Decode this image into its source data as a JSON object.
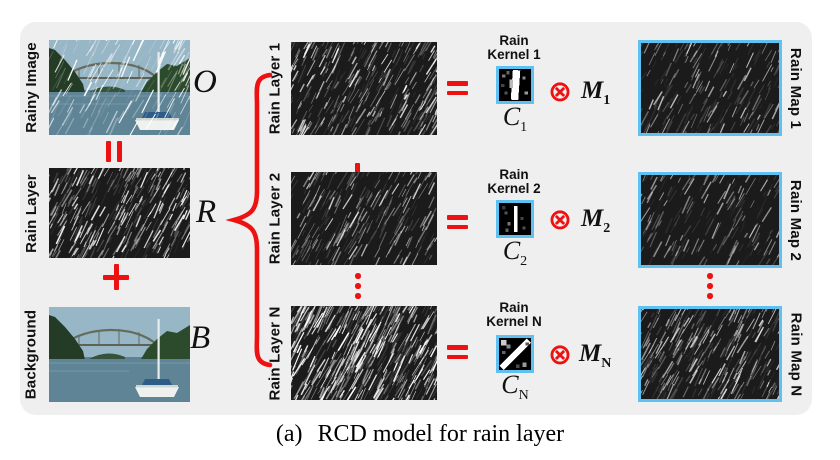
{
  "figure": {
    "caption": {
      "index": "(a)",
      "text": "RCD model for rain layer"
    }
  },
  "colors": {
    "accent_red": "#ee1111",
    "kernel_border_blue": "#5fc1f1",
    "panel_bg": "#efefef"
  },
  "left_column": {
    "rainy_image_label": "Rainy Image",
    "rainy_image_symbol": "O",
    "rain_layer_label": "Rain Layer",
    "rain_layer_symbol": "R",
    "background_label": "Background",
    "background_symbol": "B"
  },
  "operators": {
    "equals": "=",
    "plus": "+",
    "otimes": "⊗",
    "vdots": "⋮"
  },
  "decomposition": {
    "rows": [
      {
        "layer_label": "Rain Layer 1",
        "kernel_title": "Rain",
        "kernel_name": "Kernel 1",
        "kernel_symbol": "C",
        "kernel_sub": "1",
        "mask_symbol": "M",
        "mask_sub": "1",
        "map_label": "Rain Map 1"
      },
      {
        "layer_label": "Rain Layer 2",
        "kernel_title": "Rain",
        "kernel_name": "Kernel 2",
        "kernel_symbol": "C",
        "kernel_sub": "2",
        "mask_symbol": "M",
        "mask_sub": "2",
        "map_label": "Rain Map 2"
      },
      {
        "layer_label": "Rain Layer N",
        "kernel_title": "Rain",
        "kernel_name": "Kernel N",
        "kernel_symbol": "C",
        "kernel_sub": "N",
        "mask_symbol": "M",
        "mask_sub": "N",
        "map_label": "Rain Map N"
      }
    ]
  }
}
